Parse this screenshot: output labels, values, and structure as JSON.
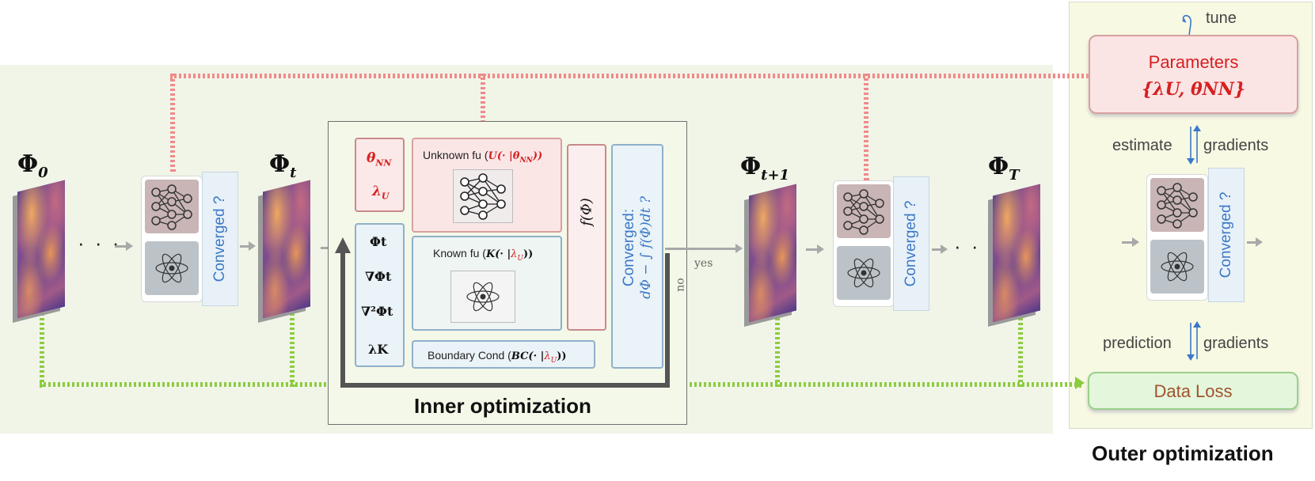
{
  "fields": {
    "phi0": {
      "base": "Φ",
      "sub": "0"
    },
    "phit": {
      "base": "Φ",
      "sub": "t"
    },
    "phit1": {
      "base": "Φ",
      "sub": "t+1"
    },
    "phiT": {
      "base": "Φ",
      "sub": "T"
    }
  },
  "ellipsis": "· · ·",
  "converged_label": "Converged ?",
  "inner": {
    "title": "Inner optimization",
    "theta_nn": "θ",
    "theta_nn_sub": "NN",
    "lambda_u": "λ",
    "lambda_u_sub": "U",
    "unknown_fu": "Unknown fu (",
    "unknown_fu_math": "U(· |",
    "unknown_fu_theta": "θ",
    "unknown_fu_theta_sub": "NN",
    "unknown_fu_close": "))",
    "known_fu": "Known fu (",
    "known_fu_math": "K(· |",
    "known_fu_lambda": "λ",
    "known_fu_lambda_sub": "U",
    "known_fu_close": "))",
    "inputs": [
      "Φt",
      "∇Φt",
      "∇²Φt",
      "λK"
    ],
    "boundary": "Boundary Cond (",
    "boundary_math": "BC(· |",
    "boundary_lambda": "λ",
    "boundary_lambda_sub": "U",
    "boundary_close": "))",
    "f_phi": "f(Φ)",
    "converged_line1": "Converged:",
    "converged_line2": "dΦ − ∫ f(Φ)dt ?",
    "yes": "yes",
    "no": "no"
  },
  "outer": {
    "title": "Outer optimization",
    "tune": "tune",
    "params_title": "Parameters",
    "params_math": "{λU, θNN}",
    "estimate": "estimate",
    "gradients1": "gradients",
    "prediction": "prediction",
    "gradients2": "gradients",
    "data_loss": "Data Loss"
  },
  "colors": {
    "red": "#d62020",
    "blue": "#3b78c8",
    "green_dots": "#8ccc40",
    "red_dots": "#f08a8a",
    "data_loss_text": "#a0522d"
  }
}
